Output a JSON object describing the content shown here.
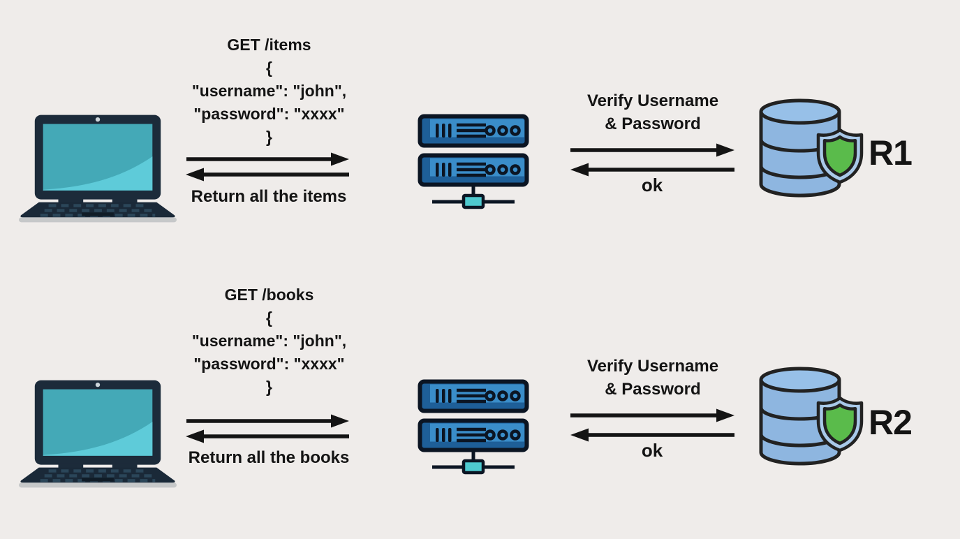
{
  "colors": {
    "bg": "#efecea",
    "ink": "#141414",
    "laptop-body": "#1c2b3a",
    "screen": "#44a9b7",
    "screen-light": "#5ecbd9",
    "laptop-deck": "#1a2938",
    "laptop-key": "#2b4659",
    "laptop-base": "#c6c8c9",
    "laptop-pad": "#101c27",
    "server-blue": "#3a8dc9",
    "server-dark": "#1e5f98",
    "server-outline": "#0b1523",
    "connector": "#4ec9cf",
    "db-blue": "#8eb6e0",
    "db-blue-top": "#97c0e8",
    "db-outline": "#222222",
    "shield-ring": "#a9c9e9",
    "shield-green": "#5abb4b"
  },
  "flows": [
    {
      "client_icon": "laptop-icon",
      "server_icon": "server-rack-icon",
      "database_icon": "database-shield-icon",
      "request_lines": [
        "GET /items",
        "{",
        "\"username\": \"john\",",
        "\"password\": \"xxxx\"",
        "}"
      ],
      "response_label": "Return all the items",
      "verify_line1": "Verify Username",
      "verify_line2": "& Password",
      "ack_label": "ok",
      "database_label": "R1"
    },
    {
      "client_icon": "laptop-icon",
      "server_icon": "server-rack-icon",
      "database_icon": "database-shield-icon",
      "request_lines": [
        "GET /books",
        "{",
        "\"username\": \"john\",",
        "\"password\": \"xxxx\"",
        "}"
      ],
      "response_label": "Return all the books",
      "verify_line1": "Verify Username",
      "verify_line2": "& Password",
      "ack_label": "ok",
      "database_label": "R2"
    }
  ]
}
